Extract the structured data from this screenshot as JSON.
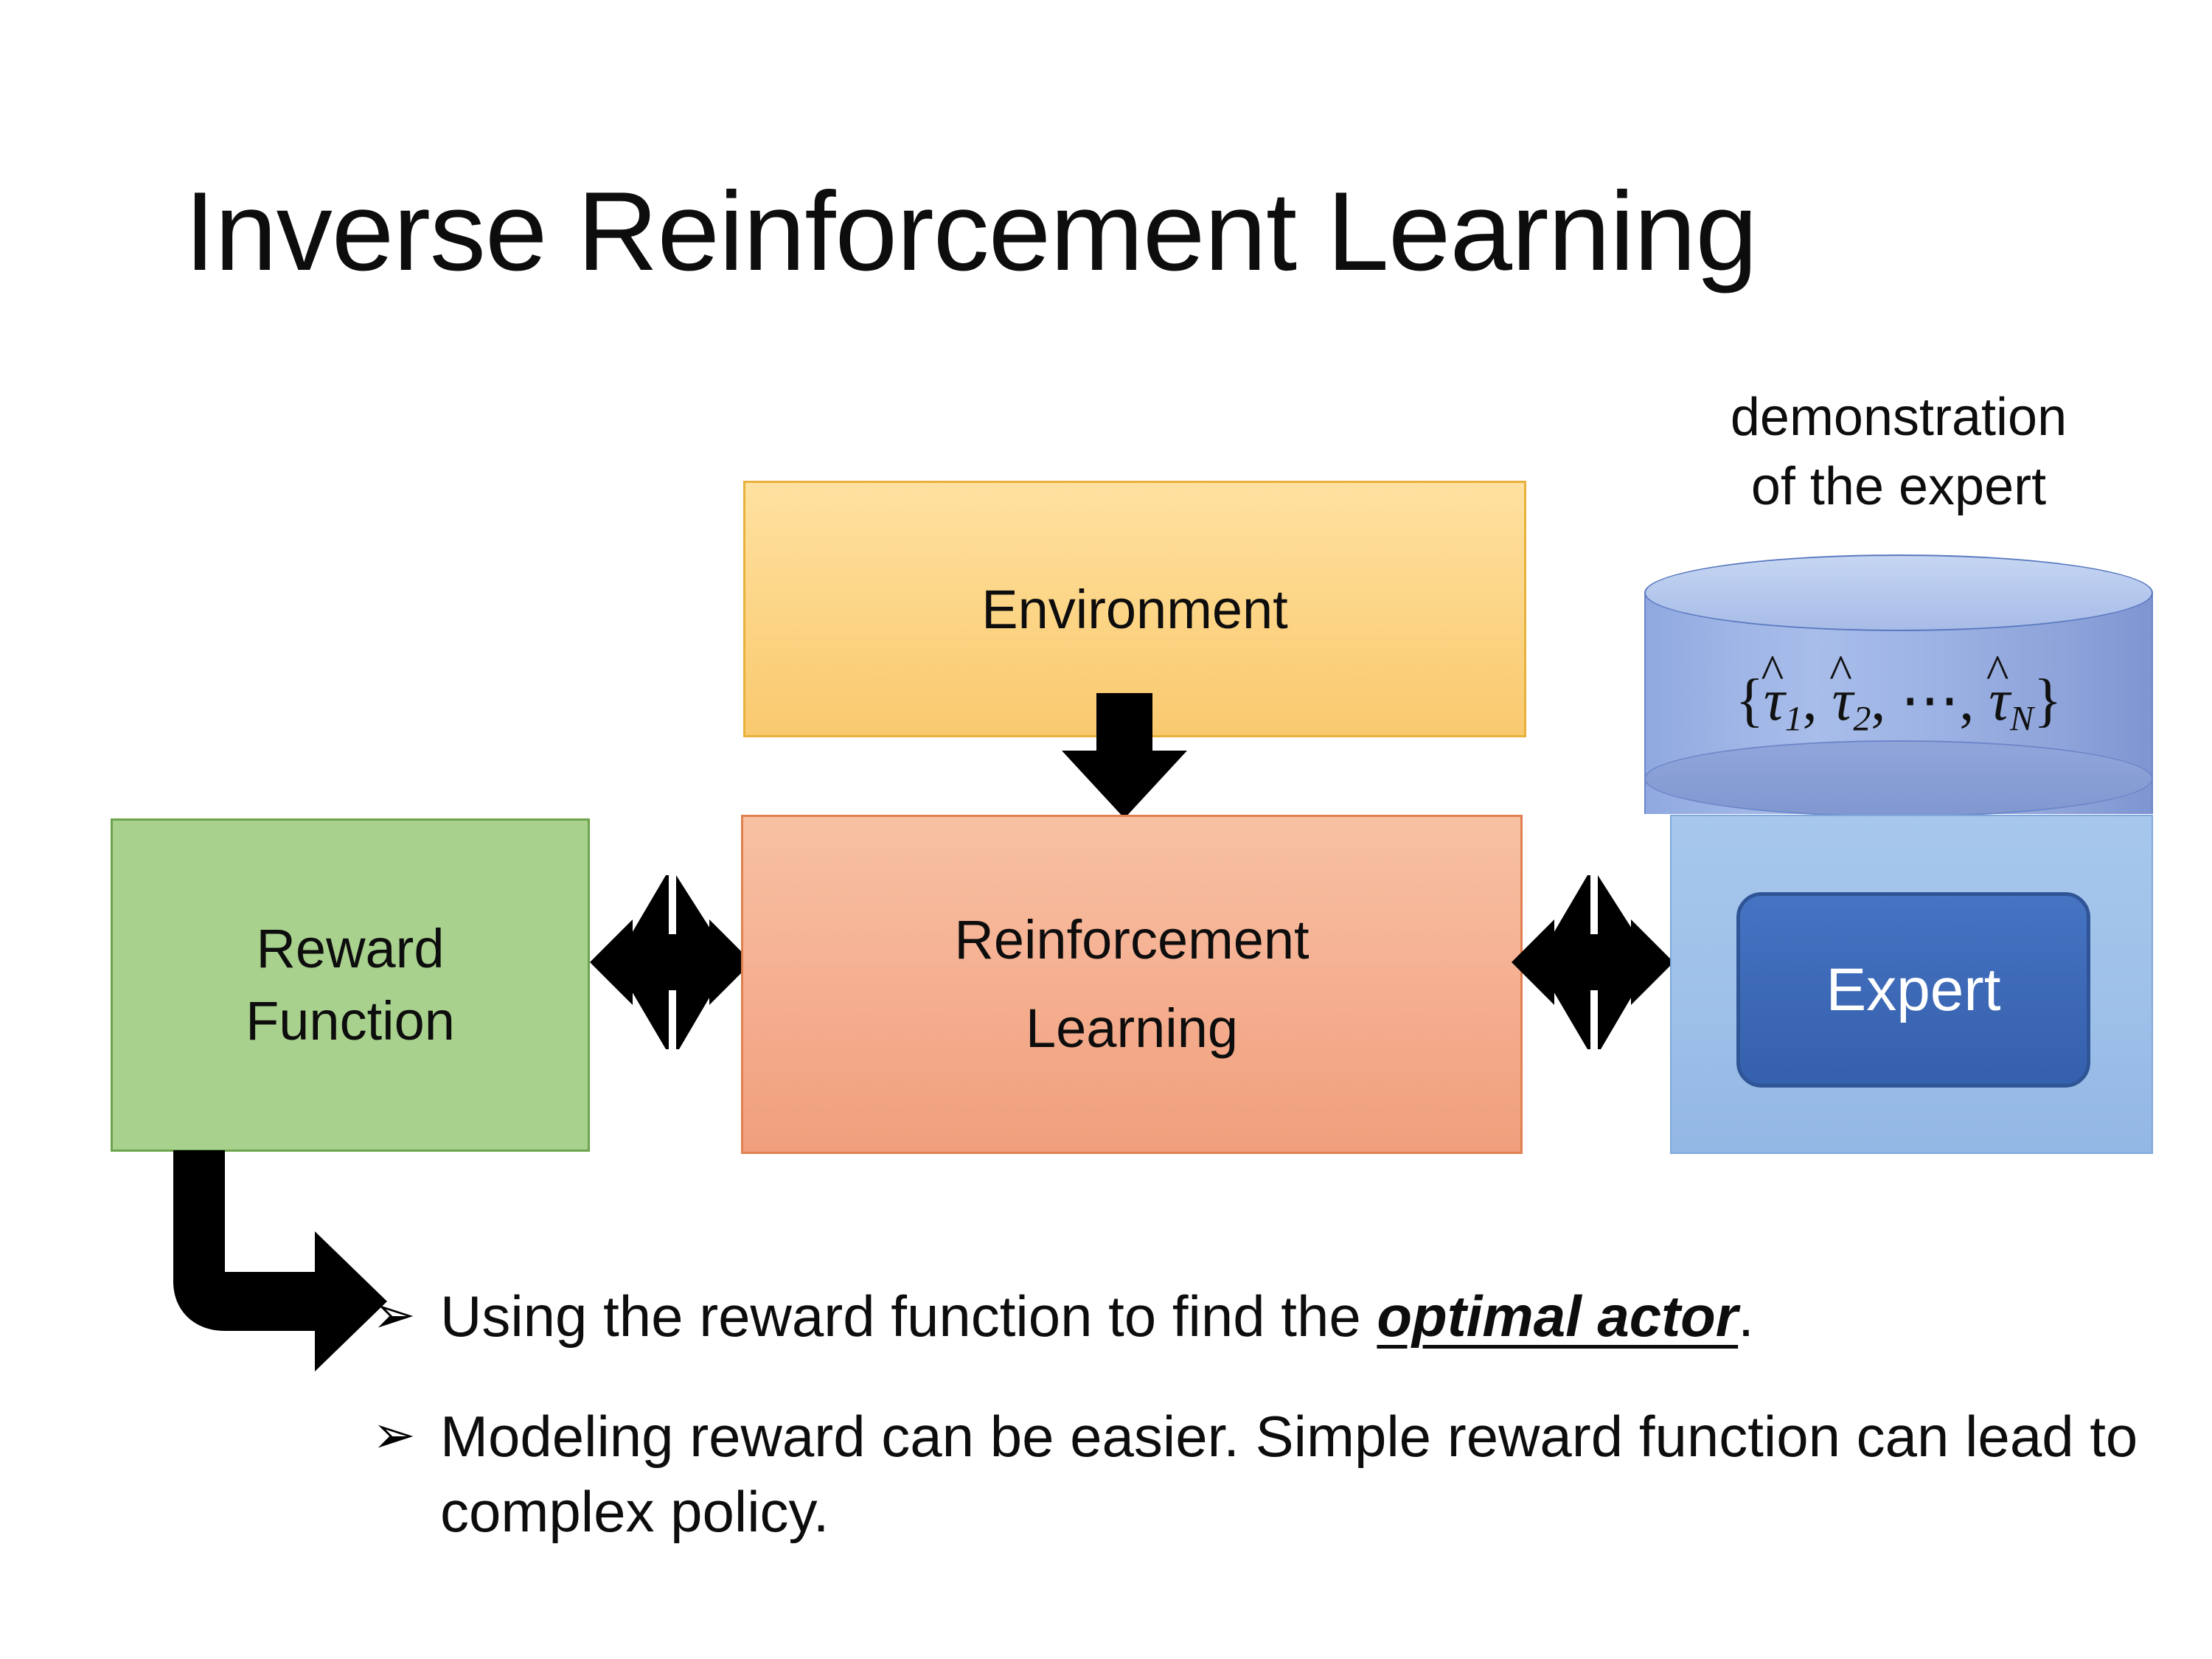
{
  "slide": {
    "title": "Inverse Reinforcement Learning"
  },
  "diagram": {
    "environment": {
      "label": "Environment",
      "fill": "#FCD484",
      "stroke": "#E8B13A"
    },
    "reward_function": {
      "label": "Reward\nFunction",
      "line1": "Reward",
      "line2": "Function",
      "fill": "#A9D18E",
      "stroke": "#6EA34E"
    },
    "reinforcement_learning": {
      "label": "Reinforcement Learning",
      "line1": "Reinforcement",
      "line2": "Learning",
      "fill": "#F6B294",
      "stroke": "#E08050"
    },
    "expert": {
      "label": "Expert",
      "fill": "#3C68B6",
      "stroke": "#2F5596",
      "text_color": "#FFFFFF",
      "panel_fill": "#9DC0E9"
    },
    "demonstration_caption": {
      "line1": "demonstration",
      "line2": "of the expert"
    },
    "database_cylinder": {
      "fill": "#9CB2E4",
      "stroke": "#6D86C8",
      "formula_plain": "{τ̂1, τ̂2, ⋯, τ̂N}",
      "formula_parts": {
        "open_brace": "{",
        "tau": "τ",
        "hat": "^",
        "sub1": "1",
        "sub2": "2",
        "subN": "N",
        "comma": ",",
        "ellipsis": "⋯",
        "close_brace": "}"
      }
    },
    "arrows": {
      "environment_to_rl": "down-arrow",
      "reward_to_rl": "four-way-arrow",
      "rl_to_expert": "four-way-arrow",
      "reward_to_bullet": "elbow-arrow"
    }
  },
  "bullets": [
    {
      "marker": "➢",
      "text_before": "Using the reward function to find the ",
      "emphasis": "optimal actor",
      "text_after": "."
    },
    {
      "marker": "➢",
      "text_before": "Modeling reward can be easier. Simple reward function can lead to complex policy.",
      "emphasis": "",
      "text_after": ""
    }
  ]
}
